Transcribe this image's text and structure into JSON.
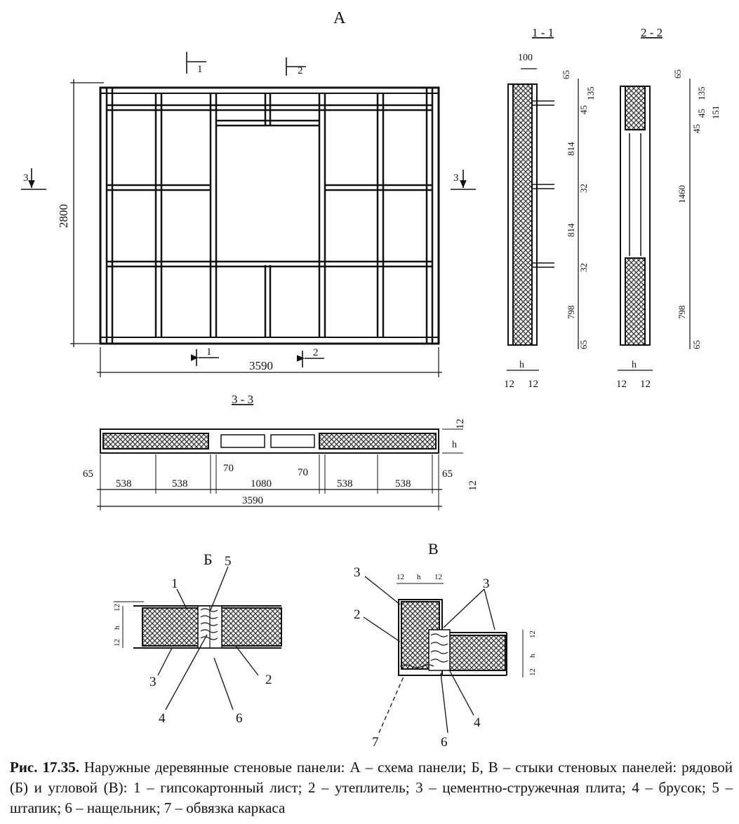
{
  "panel_a": {
    "title": "А",
    "height_dim": "2800",
    "width_dim": "3590",
    "section_marks": [
      {
        "id": "1-top",
        "label": "1"
      },
      {
        "id": "2-top",
        "label": "2"
      },
      {
        "id": "1-bottom",
        "label": "1"
      },
      {
        "id": "2-bottom",
        "label": "2"
      },
      {
        "id": "3-left",
        "label": "3"
      },
      {
        "id": "3-right",
        "label": "3"
      }
    ]
  },
  "section_1_1": {
    "title": "1 - 1",
    "top_dim": "100",
    "dims": [
      "65",
      "135",
      "45",
      "814",
      "32",
      "814",
      "32",
      "798",
      "65"
    ],
    "bottom_dims": [
      "12",
      "h",
      "12"
    ]
  },
  "section_2_2": {
    "title": "2 - 2",
    "dims": [
      "65",
      "135",
      "45",
      "151",
      "45",
      "1460",
      "798",
      "65"
    ],
    "bottom_dims": [
      "12",
      "h",
      "12"
    ]
  },
  "section_3_3": {
    "title": "3 - 3",
    "dims": [
      "65",
      "538",
      "538",
      "70",
      "1080",
      "70",
      "538",
      "538",
      "65"
    ],
    "total": "3590",
    "side_dims": [
      "12",
      "h",
      "12"
    ]
  },
  "detail_b": {
    "title": "Б",
    "leaders": [
      "1",
      "5",
      "2",
      "3",
      "4",
      "6"
    ],
    "side_dims": [
      "12",
      "h",
      "12"
    ]
  },
  "detail_v": {
    "title": "В",
    "leaders": [
      "3",
      "2",
      "3",
      "4",
      "6",
      "7"
    ],
    "top_dims": [
      "12",
      "h",
      "12"
    ],
    "side_dims": [
      "12",
      "h",
      "12"
    ]
  },
  "caption": {
    "label": "Рис. 17.35.",
    "text": " Наружные деревянные стеновые панели: А – схема панели;  Б, В –  стыки стеновых панелей: рядовой (Б) и угловой (В): 1 – гипсокартонный лист; 2 – утеплитель; 3 – цементно-стружечная плита; 4 – брусок; 5 – штапик;  6 – нащельник; 7 – обвязка  каркаса"
  }
}
